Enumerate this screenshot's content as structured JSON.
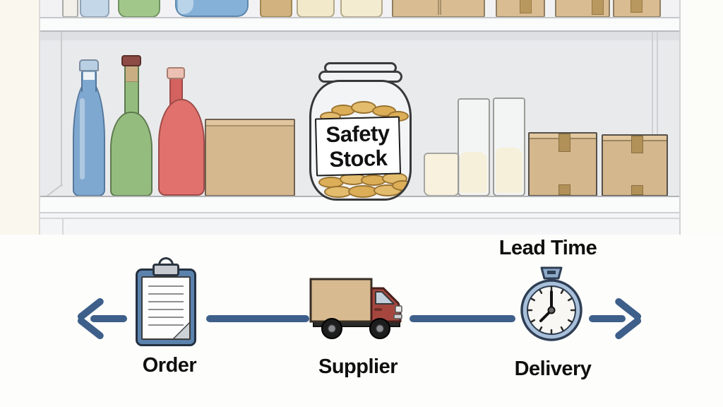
{
  "shelf_scene": {
    "jar_label": {
      "line1": "Safety",
      "line2": "Stock"
    },
    "items": [
      "blue-bottle",
      "green-bottle",
      "red-bottle",
      "cardboard-box",
      "safety-stock-coin-jar",
      "cream-tub",
      "clear-container",
      "clear-container",
      "cardboard-box",
      "cardboard-box"
    ]
  },
  "timeline": {
    "lead_time_label": "Lead Time",
    "steps": [
      {
        "id": "order",
        "label": "Order",
        "icon": "clipboard-icon"
      },
      {
        "id": "supplier",
        "label": "Supplier",
        "icon": "delivery-truck-icon"
      },
      {
        "id": "delivery",
        "label": "Delivery",
        "icon": "stopwatch-icon"
      }
    ],
    "icons": [
      "arrow-left-icon",
      "clipboard-icon",
      "delivery-truck-icon",
      "stopwatch-icon",
      "arrow-right-icon"
    ]
  },
  "colors": {
    "timeline_accent": "#3d5f8a",
    "clipboard_blue": "#5b82ad",
    "truck_cab_red": "#a5473f",
    "cardboard_tan": "#d6b88e",
    "coin_gold": "#dcae57",
    "stopwatch_rim_blue": "#a9c0da",
    "bottle_blue": "#7fa8d0",
    "bottle_green": "#95bc7f",
    "bottle_red": "#e0716d",
    "shelf_gray": "#e9eaec"
  }
}
